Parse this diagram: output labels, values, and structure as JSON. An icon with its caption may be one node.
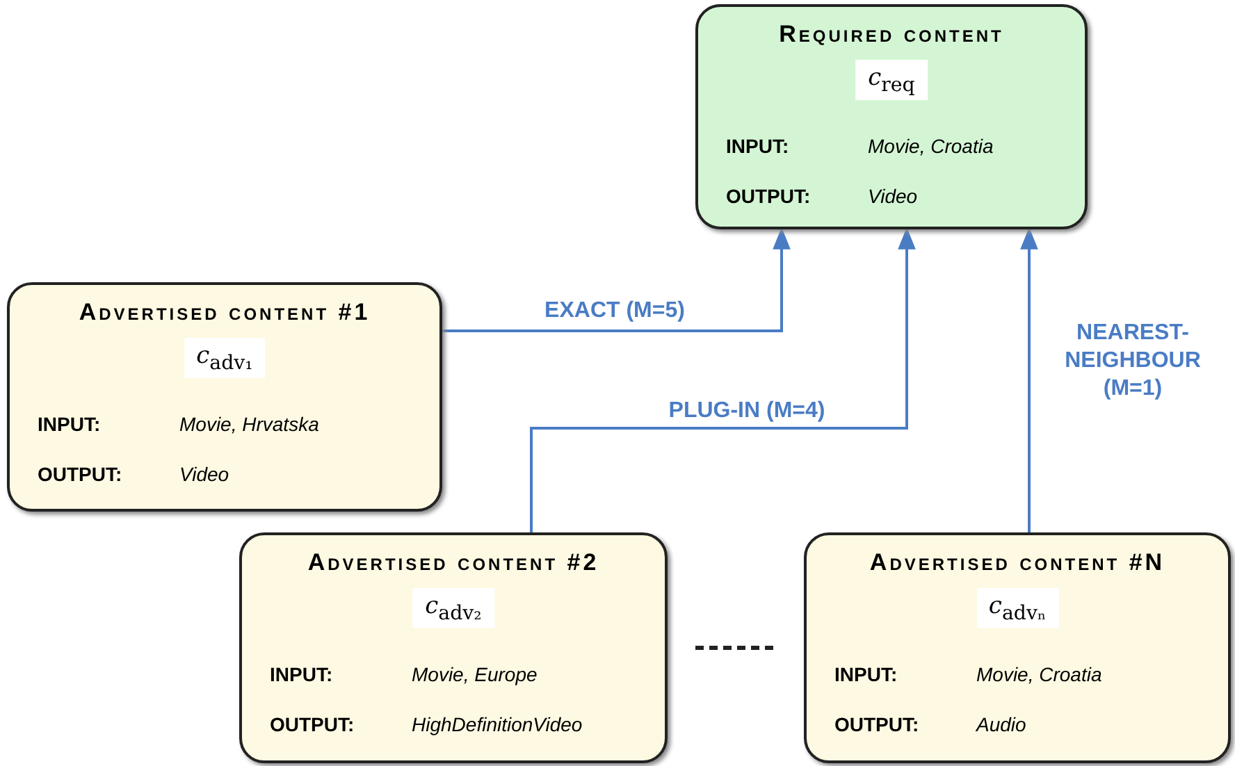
{
  "diagram": {
    "nodes": [
      {
        "text": [
          "Required content",
          "*c*$_{req}$",
          "INPUT:",
          "Movie, Croatia",
          "OUTPUT:",
          "Video"
        ]
      },
      {
        "text": [
          "Advertised content #1",
          "*c*$_{adv₁}$",
          "INPUT:",
          "Movie, Hrvatska",
          "OUTPUT:",
          "Video"
        ]
      },
      {
        "text": [
          "Advertised content #2",
          "*c*$_{adv₂}$",
          "INPUT:",
          "Movie, Europe",
          "OUTPUT:",
          "HighDefinitionVideo"
        ]
      },
      {
        "text": [
          "Advertised content #N",
          "*c*$_{advₙ}$",
          "INPUT:",
          "Movie, Croatia",
          "OUTPUT:",
          "Audio"
        ]
      }
    ],
    "edges": [
      {
        "from": 1,
        "to": 0,
        "arrow": "to",
        "label": "EXACT (M=5)"
      },
      {
        "from": 2,
        "to": 0,
        "arrow": "to",
        "label": "PLUG-IN (M=4)"
      },
      {
        "from": 3,
        "to": 0,
        "arrow": "to",
        "label": "NEAREST-NEIGHBOUR (M=1)"
      }
    ]
  }
}
